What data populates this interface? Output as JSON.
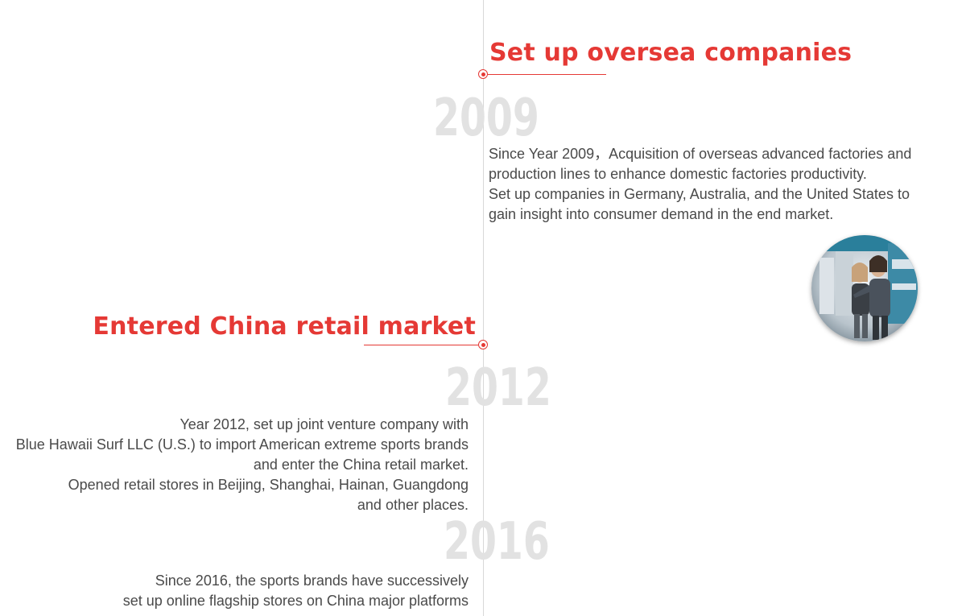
{
  "timeline": {
    "entries": [
      {
        "year": "2009",
        "title": "Set up oversea companies",
        "lines": [
          "Since Year 2009，Acquisition of overseas advanced factories and",
          "production lines to enhance domestic factories productivity.",
          "Set up companies in Germany, Australia, and the United States to",
          "gain insight into consumer demand in the end market."
        ]
      },
      {
        "year": "2012",
        "title": "Entered China retail market",
        "lines": [
          "Year 2012, set up joint venture company with",
          "Blue Hawaii Surf LLC (U.S.) to import American extreme sports brands",
          "and enter the China retail market.",
          "Opened retail stores in Beijing, Shanghai, Hainan, Guangdong",
          "and other places."
        ]
      },
      {
        "year": "2016",
        "lines": [
          "Since 2016, the sports brands have successively",
          "set up online flagship stores on China major platforms"
        ]
      }
    ]
  },
  "colors": {
    "accent": "#e53935",
    "year_watermark": "#e2e2e2",
    "body_text": "#4a4a4a",
    "axis": "#d8d8d8"
  }
}
